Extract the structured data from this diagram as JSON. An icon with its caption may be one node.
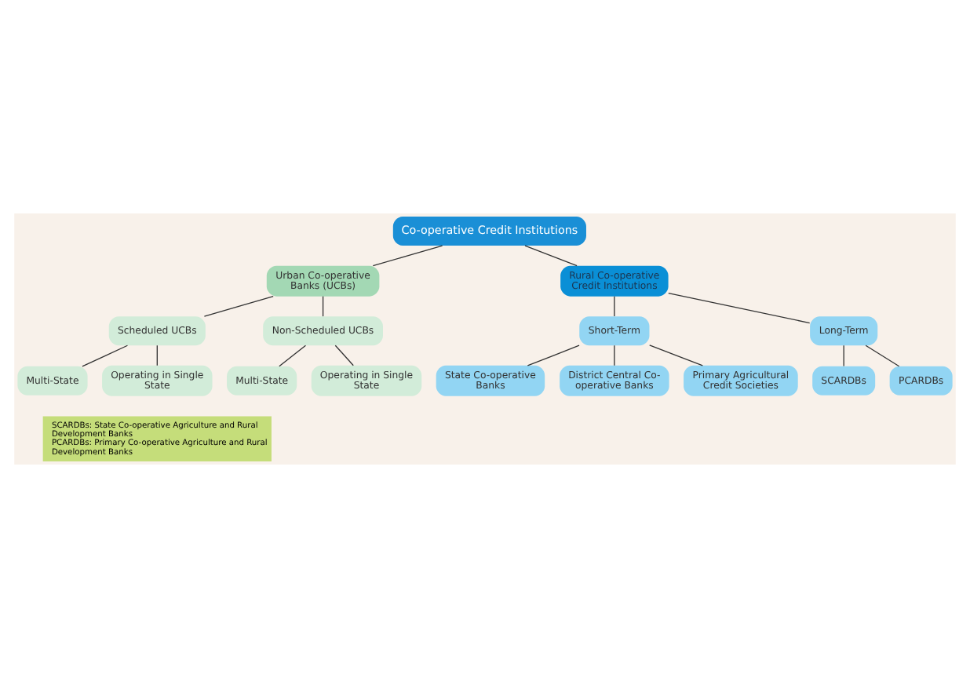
{
  "diagram": {
    "nodes": [
      {
        "text": [
          "Co-operative Credit Institutions"
        ]
      },
      {
        "text": [
          "Urban Co-operative Banks (UCBs)"
        ]
      },
      {
        "text": [
          "Rural Co-operative Credit Institutions"
        ]
      },
      {
        "text": [
          "Scheduled UCBs"
        ]
      },
      {
        "text": [
          "Non-Scheduled UCBs"
        ]
      },
      {
        "text": [
          "Multi-State"
        ]
      },
      {
        "text": [
          "Operating in Single State"
        ]
      },
      {
        "text": [
          "Multi-State"
        ]
      },
      {
        "text": [
          "Operating in Single State"
        ]
      },
      {
        "text": [
          "Short-Term"
        ]
      },
      {
        "text": [
          "Long-Term"
        ]
      },
      {
        "text": [
          "State Co-operative Banks"
        ]
      },
      {
        "text": [
          "District Central Co-operative Banks"
        ]
      },
      {
        "text": [
          "Primary Agricultural Credit Societies"
        ]
      },
      {
        "text": [
          "SCARDBs"
        ]
      },
      {
        "text": [
          "PCARDBs"
        ]
      }
    ],
    "edges": [
      {
        "from": 0,
        "to": 1,
        "arrow": "none"
      },
      {
        "from": 0,
        "to": 2,
        "arrow": "none"
      },
      {
        "from": 1,
        "to": 3,
        "arrow": "none"
      },
      {
        "from": 1,
        "to": 4,
        "arrow": "none"
      },
      {
        "from": 3,
        "to": 5,
        "arrow": "none"
      },
      {
        "from": 3,
        "to": 6,
        "arrow": "none"
      },
      {
        "from": 4,
        "to": 7,
        "arrow": "none"
      },
      {
        "from": 4,
        "to": 8,
        "arrow": "none"
      },
      {
        "from": 2,
        "to": 9,
        "arrow": "none"
      },
      {
        "from": 2,
        "to": 10,
        "arrow": "none"
      },
      {
        "from": 9,
        "to": 11,
        "arrow": "none"
      },
      {
        "from": 9,
        "to": 12,
        "arrow": "none"
      },
      {
        "from": 9,
        "to": 13,
        "arrow": "none"
      },
      {
        "from": 10,
        "to": 14,
        "arrow": "none"
      },
      {
        "from": 10,
        "to": 15,
        "arrow": "none"
      }
    ],
    "labels": [
      "SCARDBs: State Co-operative Agriculture and Rural Development Banks",
      "PCARDBs: Primary Co-operative Agriculture and Rural Development Banks"
    ]
  }
}
